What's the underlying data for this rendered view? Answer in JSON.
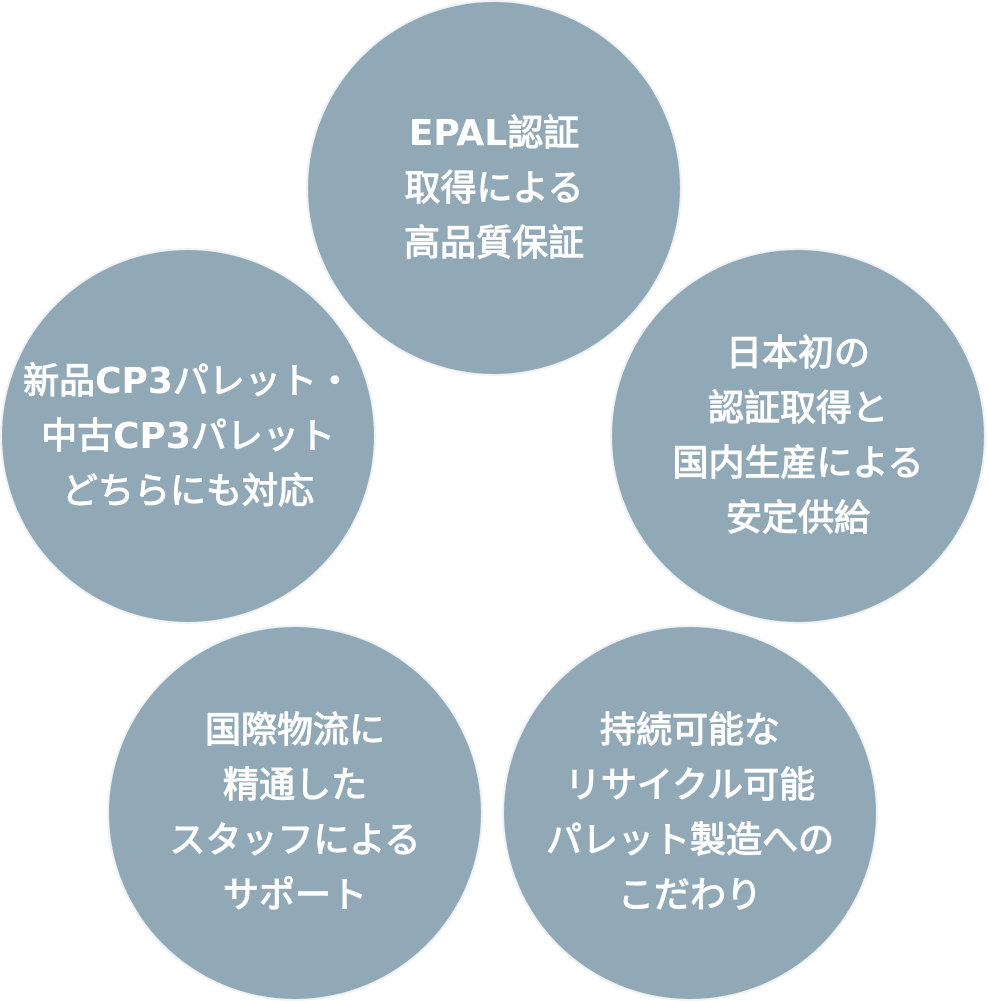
{
  "colors": {
    "circle_fill": "#91a9b6",
    "text": "#ffffff"
  },
  "circles": [
    {
      "lines": [
        "EPAL認証",
        "取得による",
        "高品質保証"
      ]
    },
    {
      "lines": [
        "日本初の",
        "認証取得と",
        "国内生産による",
        "安定供給"
      ]
    },
    {
      "lines": [
        "持続可能な",
        "リサイクル可能",
        "パレット製造への",
        "こだわり"
      ]
    },
    {
      "lines": [
        "国際物流に",
        "精通した",
        "スタッフによる",
        "サポート"
      ]
    },
    {
      "lines": [
        "新品CP3パレット・",
        "中古CP3パレット",
        "どちらにも対応"
      ]
    }
  ]
}
